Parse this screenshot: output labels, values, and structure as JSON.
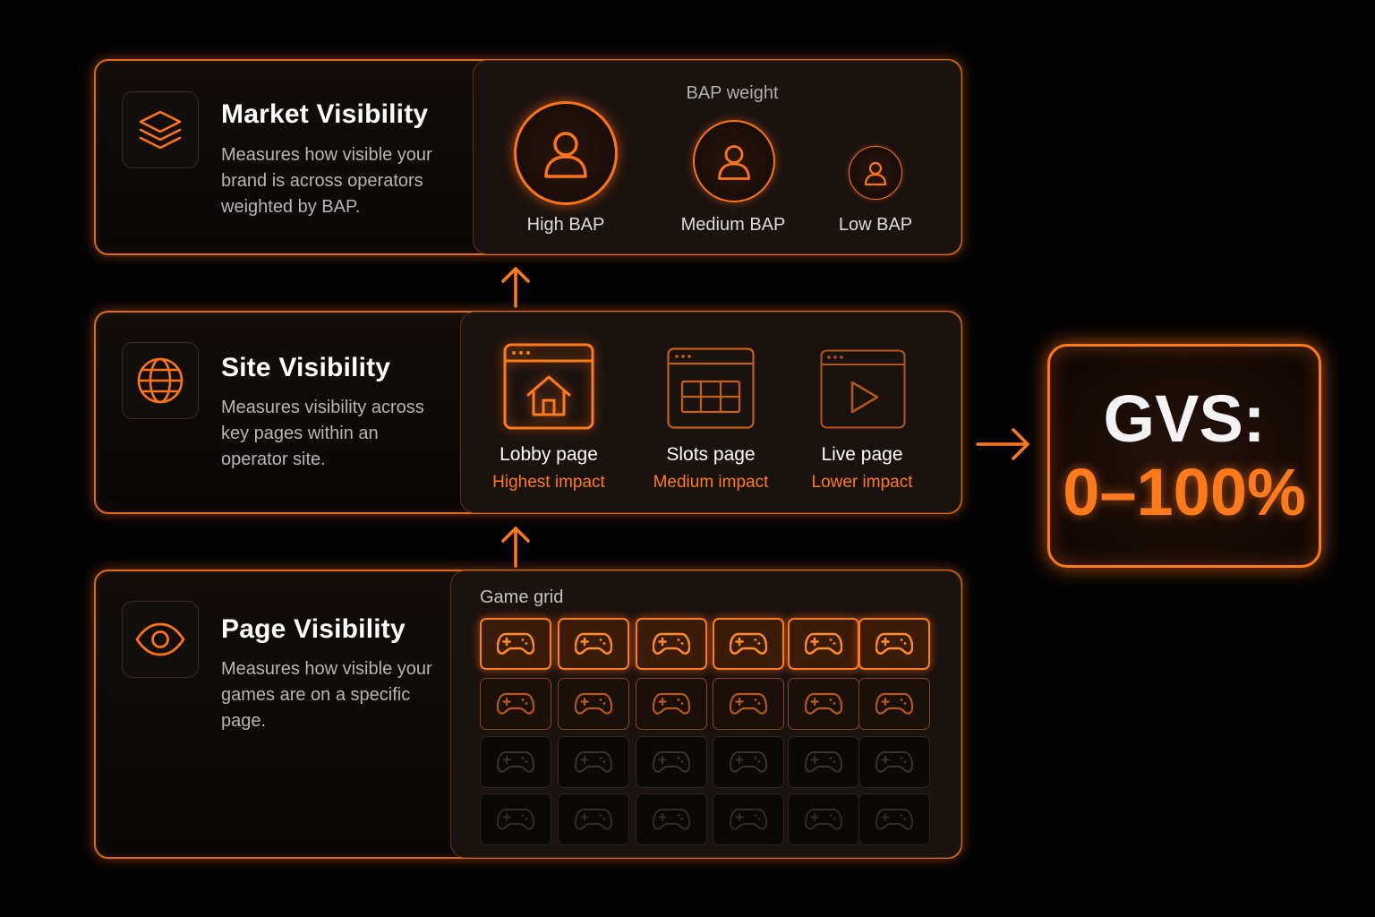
{
  "market": {
    "title": "Market Visibility",
    "description": "Measures how visible your brand is across operators weighted by BAP.",
    "icon": "layers-icon",
    "weight_title": "BAP weight",
    "levels": [
      {
        "label": "High BAP",
        "icon": "user-icon"
      },
      {
        "label": "Medium BAP",
        "icon": "user-icon"
      },
      {
        "label": "Low BAP",
        "icon": "user-icon"
      }
    ]
  },
  "site": {
    "title": "Site Visibility",
    "description": "Measures visibility across key pages within an operator site.",
    "icon": "globe-icon",
    "pages": [
      {
        "label": "Lobby page",
        "impact": "Highest impact",
        "icon": "home-icon"
      },
      {
        "label": "Slots page",
        "impact": "Medium impact",
        "icon": "grid-icon"
      },
      {
        "label": "Live page",
        "impact": "Lower impact",
        "icon": "play-icon"
      }
    ]
  },
  "page": {
    "title": "Page Visibility",
    "description": "Measures how visible your games are on a specific page.",
    "icon": "eye-icon",
    "grid_title": "Game grid",
    "grid_icon": "gamepad-icon"
  },
  "gvs": {
    "label": "GVS:",
    "value": "0–100%"
  },
  "colors": {
    "accent": "#ff7a1a",
    "background": "#030303",
    "text": "#ffffff",
    "muted": "#b5b5b5"
  }
}
